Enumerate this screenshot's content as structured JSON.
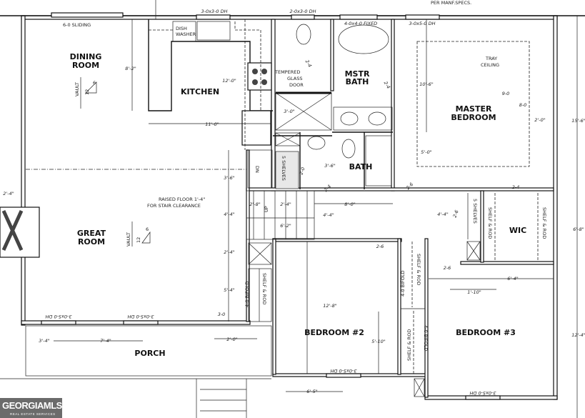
{
  "rooms": {
    "dining": [
      "DINING",
      "ROOM"
    ],
    "kitchen": "KITCHEN",
    "great": [
      "GREAT",
      "ROOM"
    ],
    "porch": "PORCH",
    "mstr_bath": [
      "MSTR",
      "BATH"
    ],
    "bath": "BATH",
    "master": [
      "MASTER",
      "BEDROOM"
    ],
    "wic": "WIC",
    "bed2": "BEDROOM #2",
    "bed3": "BEDROOM #3"
  },
  "notes": {
    "sliding": "6-0 SLIDING",
    "dishwasher": [
      "DISH",
      "WASHER"
    ],
    "tempered": [
      "TEMPERED",
      "GLASS",
      "DOOR"
    ],
    "tray": [
      "TRAY",
      "CEILING"
    ],
    "raised": [
      "RAISED FLOOR 1'-4\"",
      "FOR STAIR CLEARANCE"
    ],
    "per_manf": "PER MANF.SPECS.",
    "vault": "VAULT",
    "pitch_rise": "6",
    "pitch_run": "12",
    "dn": "DN",
    "up": "UP",
    "shelves": "5 SHELVES",
    "shelf_rod": "SHELF & ROD",
    "bifold": "4-0 BIFOLD"
  },
  "windows": {
    "kitchen": "3-0x3-0 DH",
    "wc": "2-0x3-0 DH",
    "tub": "4-0x4-0 FIXED",
    "master": "3-0x5-0 DH",
    "great1": "3-0x5-0 DH",
    "great2": "3-0x5-0 DH",
    "bed2": "3-0x5-0 DH",
    "bed3": "3-0x5-0 DH"
  },
  "dimensions": {
    "d_8_2": "8'-2\"",
    "d_12_0": "12'-0\"",
    "d_11_0": "11'-0\"",
    "d_3_6a": "3'-6\"",
    "d_2_4a": "2'-4\"",
    "d_4_4a": "4'-4\"",
    "d_2_4b": "2'-4\"",
    "d_5_4": "5'-4\"",
    "d_3_4": "3'-4\"",
    "d_7_4": "7'-4\"",
    "d_2_0a": "2'-0\"",
    "d_3_0door": "3-0",
    "d_2_8": "2'-8\"",
    "d_2_4c": "2'-4\"",
    "d_6_2": "6'-2\"",
    "d_4_4b": "4'-4\"",
    "d_8_0": "8'-0\"",
    "d_3_6b": "3'-6\"",
    "d_3_0": "3'-0\"",
    "d_10_6": "10'-6\"",
    "d_5_0": "5'-0\"",
    "d_9_0": "9-0",
    "d_8_0b": "8-0",
    "d_2_0b": "2'-0\"",
    "d_15_6": "15'-6\"",
    "d_6_8": "6'-8\"",
    "d_12_4": "12'-4\"",
    "d_4_4c": "4'-4\"",
    "d_12_8": "12'-8\"",
    "d_5_10": "5'-10\"",
    "d_6_5": "6'-5\"",
    "d_6_4": "6'-4\"",
    "d_1_10": "1'-10\"",
    "d_2_4_left": "2'-4\"",
    "door_2_6": "2-6",
    "door_2_4a": "2-4",
    "door_2_4b": "2-4",
    "door_2_0": "2-0",
    "door_2_4c": "2-4",
    "door_2_6b": "2-6",
    "door_2_4d": "2-4",
    "door_2_6c": "2-6",
    "door_2_4e": "2-4",
    "door_2_6d": "2-6"
  },
  "logo": {
    "text": "GEORGIAMLS",
    "sub": "REAL ESTATE SERVICES"
  }
}
